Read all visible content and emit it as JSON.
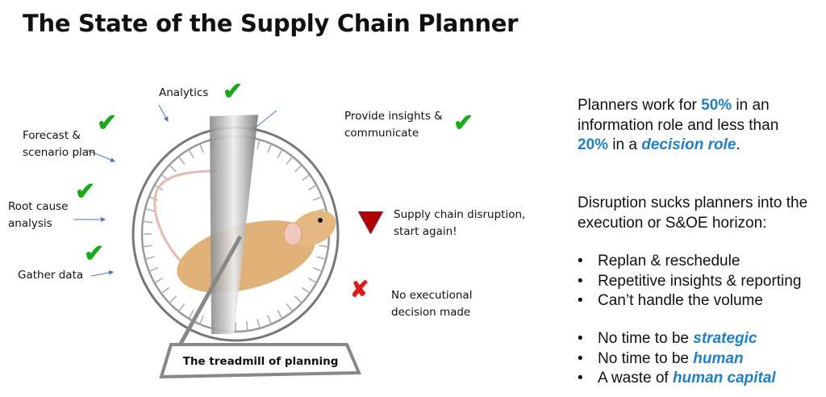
{
  "title": "The State of the Supply Chain Planner",
  "diagram": {
    "caption": "The treadmill of planning",
    "steps": [
      {
        "label_1": "Analytics",
        "icon": "check-icon"
      },
      {
        "label_1": "Provide insights &",
        "label_2": "communicate",
        "icon": "check-icon"
      },
      {
        "label_1": "Forecast &",
        "label_2": "scenario plan",
        "icon": "check-icon"
      },
      {
        "label_1": "Root cause",
        "label_2": "analysis",
        "icon": "check-icon"
      },
      {
        "label_1": "Gather data",
        "icon": "check-icon"
      }
    ],
    "disruption": {
      "label_1": "Supply chain disruption,",
      "label_2": "start again!",
      "icon": "red-triangle-icon"
    },
    "no_decision": {
      "label_1": "No executional",
      "label_2": "decision made",
      "icon": "red-x-icon"
    },
    "colors": {
      "check": "#1aab1a",
      "warning": "#b00000",
      "arrow": "#4a72c4"
    }
  },
  "right": {
    "p1": {
      "a": "Planners work for ",
      "b": "50%",
      "c": " in an information role and less than ",
      "d": "20%",
      "e": " in a ",
      "f": "decision role",
      "g": "."
    },
    "p2": "Disruption sucks planners into the execution or S&OE horizon:",
    "bullets_1": [
      "Replan & reschedule",
      "Repetitive insights & reporting",
      "Can’t handle the volume"
    ],
    "bullets_2": [
      {
        "text": "No time to be ",
        "em": "strategic"
      },
      {
        "text": "No time to be ",
        "em": "human"
      },
      {
        "text": "A waste of ",
        "em": "human capital"
      }
    ],
    "accent": "#1f80c8"
  }
}
